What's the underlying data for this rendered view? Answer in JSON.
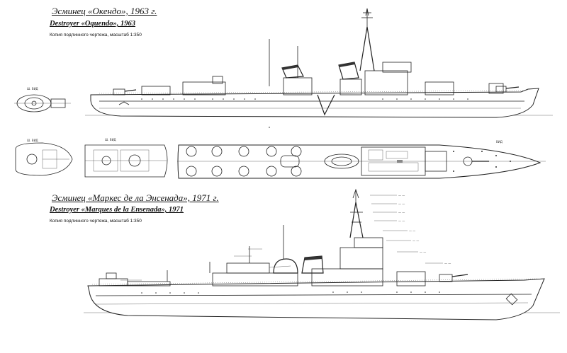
{
  "drawing1": {
    "title_ru": "Эсминец «Окендо», 1963 г.",
    "title_en": "Destroyer «Oquendo», 1963",
    "note": "Копия подлинного чертежа, масштаб 1:350"
  },
  "drawing2": {
    "title_ru": "Эсминец «Маркес де ла Энсенада», 1971 г.",
    "title_en": "Destroyer «Marques de la Ensenada», 1971",
    "note": "Копия подлинного чертежа, масштаб 1:350"
  }
}
